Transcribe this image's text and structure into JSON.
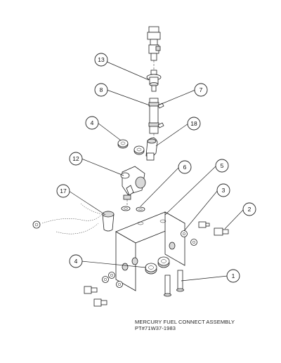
{
  "caption": {
    "title": "MERCURY FUEL CONNECT ASSEMBLY",
    "part_number": "PT#71W37-1983"
  },
  "callouts": [
    {
      "id": "c13",
      "label": "13"
    },
    {
      "id": "c8",
      "label": "8"
    },
    {
      "id": "c7",
      "label": "7"
    },
    {
      "id": "c4a",
      "label": "4"
    },
    {
      "id": "c18",
      "label": "18"
    },
    {
      "id": "c12",
      "label": "12"
    },
    {
      "id": "c6",
      "label": "6"
    },
    {
      "id": "c5",
      "label": "5"
    },
    {
      "id": "c17",
      "label": "17"
    },
    {
      "id": "c3",
      "label": "3"
    },
    {
      "id": "c2",
      "label": "2"
    },
    {
      "id": "c4b",
      "label": "4"
    },
    {
      "id": "c1",
      "label": "1"
    }
  ]
}
